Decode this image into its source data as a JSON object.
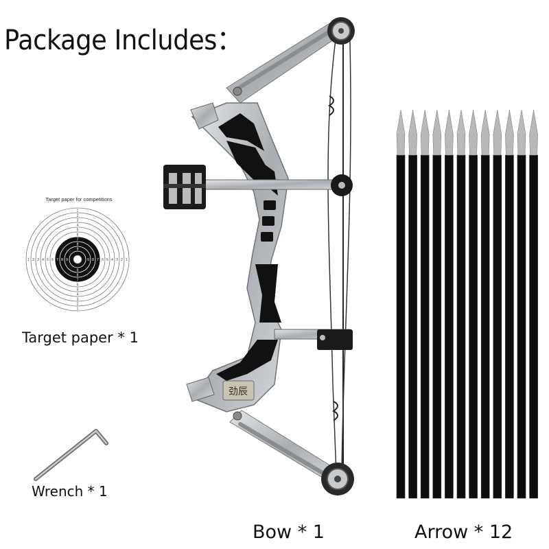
{
  "title": "Package Includes：",
  "items": {
    "target": {
      "title": "Target paper for competitions",
      "caption": "Target paper * 1"
    },
    "wrench": {
      "caption": "Wrench * 1"
    },
    "bow": {
      "caption": "Bow * 1",
      "logo_text": "劲辰"
    },
    "arrow": {
      "caption": "Arrow * 12"
    }
  },
  "colors": {
    "background": "#ffffff",
    "metal": "#b9bcbf",
    "black": "#111111"
  },
  "icons": [
    "target-paper-icon",
    "wrench-icon",
    "compound-bow-icon",
    "arrow-icon"
  ]
}
